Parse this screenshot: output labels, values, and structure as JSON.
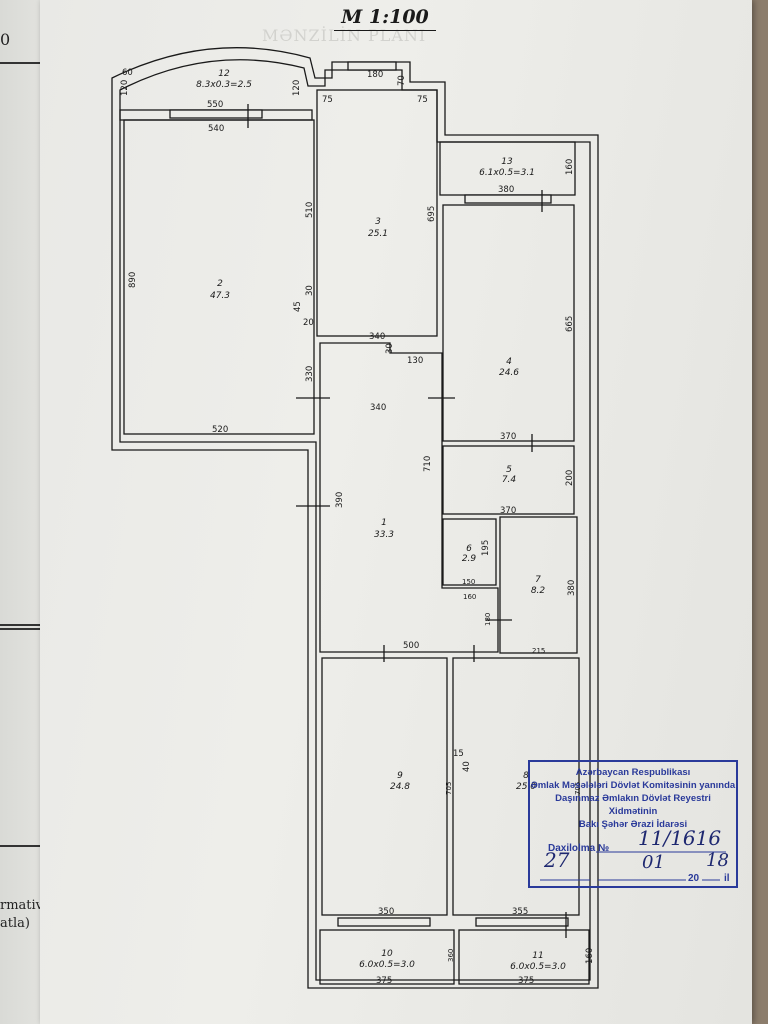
{
  "scale": "M 1:100",
  "ghost_title": "MƏNZİLİN PLANI",
  "under_sheet": {
    "digit": "0",
    "frag1": "rmativ",
    "frag2": "atla)"
  },
  "rooms": [
    {
      "id": "1",
      "area": "33.3"
    },
    {
      "id": "2",
      "area": "47.3"
    },
    {
      "id": "3",
      "area": "25.1"
    },
    {
      "id": "4",
      "area": "24.6"
    },
    {
      "id": "5",
      "area": "7.4"
    },
    {
      "id": "6",
      "area": "2.9"
    },
    {
      "id": "7",
      "area": "8.2"
    },
    {
      "id": "8",
      "area": "25.0"
    },
    {
      "id": "9",
      "area": "24.8"
    },
    {
      "id": "10",
      "area": "6.0x0.5=3.0"
    },
    {
      "id": "11",
      "area": "6.0x0.5=3.0"
    },
    {
      "id": "12",
      "area": "8.3x0.3=2.5"
    },
    {
      "id": "13",
      "area": "6.1x0.5=3.1"
    }
  ],
  "dimensions": [
    "60",
    "120",
    "120",
    "550",
    "540",
    "180",
    "70",
    "75",
    "75",
    "890",
    "510",
    "45",
    "30",
    "20",
    "695",
    "160",
    "380",
    "340",
    "30",
    "130",
    "665",
    "330",
    "340",
    "520",
    "370",
    "710",
    "200",
    "370",
    "390",
    "195",
    "150",
    "160",
    "380",
    "180",
    "215",
    "500",
    "40",
    "15",
    "705",
    "705",
    "350",
    "355",
    "360",
    "160",
    "375",
    "375"
  ],
  "stamp": {
    "line1": "Azərbaycan Respublikası",
    "line2": "Əmlak Məsələləri Dövlət Komitəsinin yanında",
    "line3": "Daşınmaz Əmlakın Dövlət Reyestri Xidmətinin",
    "line4": "Bakı Şəhər Ərazi İdarəsi",
    "received_label": "Daxilolma №",
    "received_no": "11/1616",
    "day": "27",
    "month": "01",
    "year_prefix": "20",
    "year_suffix": "18",
    "year_end": "il"
  },
  "colors": {
    "ink": "#1a1a1a",
    "stamp_ink": "#2a3a9a",
    "paper": "#ececE8"
  }
}
